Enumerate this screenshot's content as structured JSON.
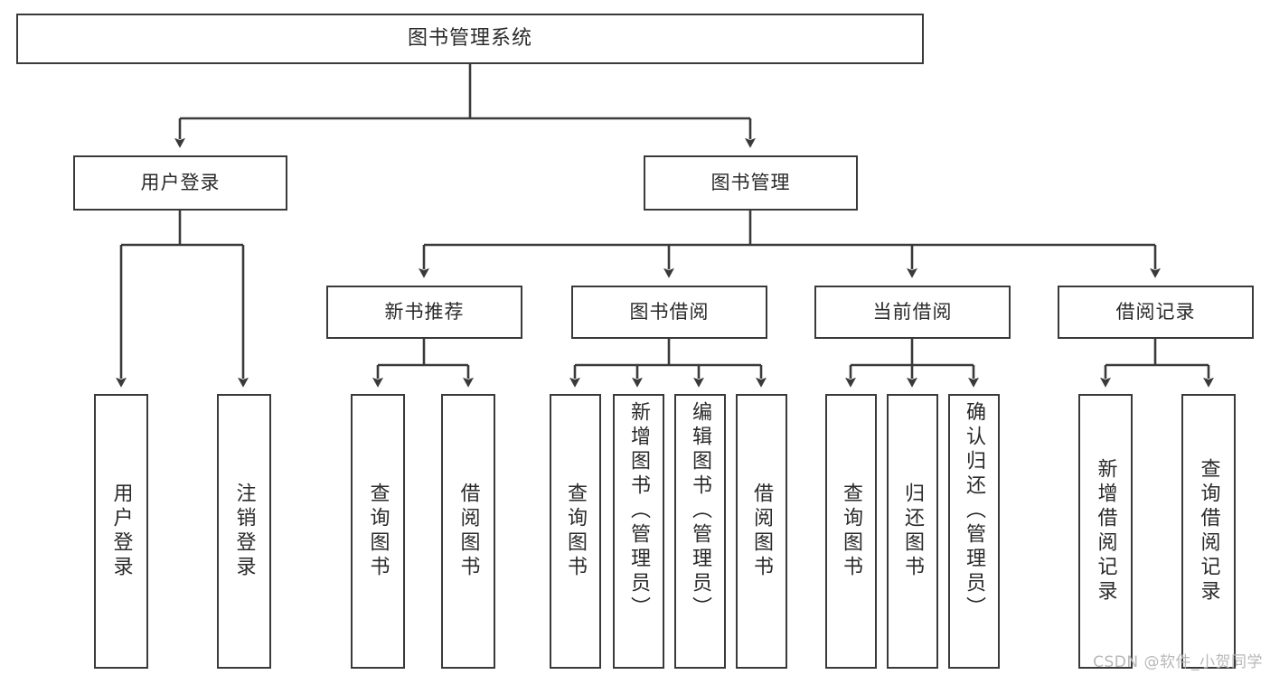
{
  "diagram": {
    "type": "tree",
    "title": "图书管理系统",
    "root": {
      "id": "root",
      "label": "图书管理系统"
    },
    "level2": [
      {
        "id": "user-login",
        "label": "用户登录"
      },
      {
        "id": "book-manage",
        "label": "图书管理"
      }
    ],
    "level3": [
      {
        "id": "new-book-recommend",
        "label": "新书推荐"
      },
      {
        "id": "book-borrow",
        "label": "图书借阅"
      },
      {
        "id": "current-borrow",
        "label": "当前借阅"
      },
      {
        "id": "borrow-record",
        "label": "借阅记录"
      }
    ],
    "leaves": [
      {
        "id": "leaf-user-login",
        "label": "用户登录",
        "parent": "user-login"
      },
      {
        "id": "leaf-logout",
        "label": "注销登录",
        "parent": "user-login"
      },
      {
        "id": "leaf-query-book-1",
        "label": "查询图书",
        "parent": "new-book-recommend"
      },
      {
        "id": "leaf-borrow-book-1",
        "label": "借阅图书",
        "parent": "new-book-recommend"
      },
      {
        "id": "leaf-query-book-2",
        "label": "查询图书",
        "parent": "book-borrow"
      },
      {
        "id": "leaf-add-book",
        "label": "新增图书（管理员）",
        "parent": "book-borrow"
      },
      {
        "id": "leaf-edit-book",
        "label": "编辑图书（管理员）",
        "parent": "book-borrow"
      },
      {
        "id": "leaf-borrow-book-2",
        "label": "借阅图书",
        "parent": "book-borrow"
      },
      {
        "id": "leaf-query-book-3",
        "label": "查询图书",
        "parent": "current-borrow"
      },
      {
        "id": "leaf-return-book",
        "label": "归还图书",
        "parent": "current-borrow"
      },
      {
        "id": "leaf-confirm-return",
        "label": "确认归还（管理员）",
        "parent": "current-borrow"
      },
      {
        "id": "leaf-add-record",
        "label": "新增借阅记录",
        "parent": "borrow-record"
      },
      {
        "id": "leaf-query-record",
        "label": "查询借阅记录",
        "parent": "borrow-record"
      }
    ]
  },
  "watermark": {
    "text": "CSDN @软件_小贺同学"
  },
  "colors": {
    "stroke": "#3a3a3a",
    "background": "#ffffff",
    "text": "#2a2a2a",
    "watermark": "#b8b8b8"
  }
}
